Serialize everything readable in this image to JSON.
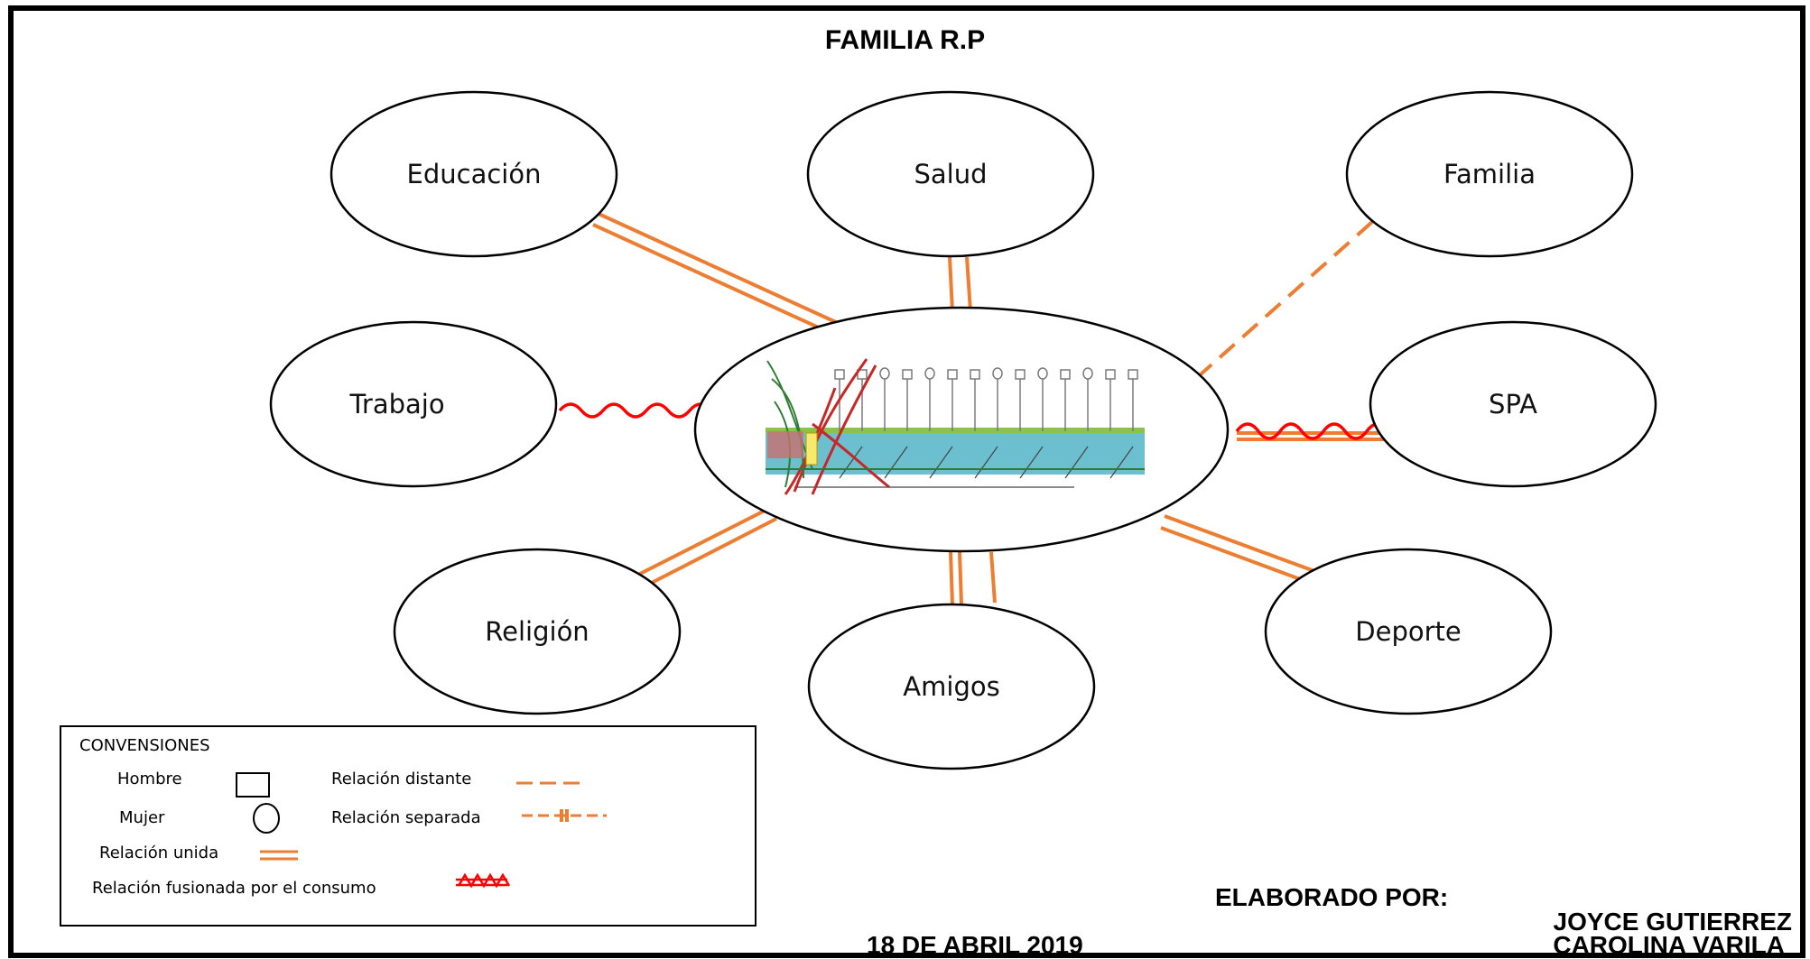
{
  "title": "FAMILIA R.P",
  "nodes": {
    "educacion": "Educación",
    "salud": "Salud",
    "familia": "Familia",
    "trabajo": "Trabajo",
    "spa": "SPA",
    "religion": "Religión",
    "amigos": "Amigos",
    "deporte": "Deporte"
  },
  "legend": {
    "title": "CONVENSIONES",
    "hombre": "Hombre",
    "mujer": "Mujer",
    "relacion_unida": "Relación unida",
    "relacion_fusionada": "Relación fusionada por el consumo",
    "relacion_distante": "Relación distante",
    "relacion_separada": "Relación separada"
  },
  "footer": {
    "date": "18 DE ABRIL 2019",
    "elaborado_por": "ELABORADO POR:",
    "author1": "JOYCE GUTIERREZ",
    "author2": "CAROLINA VARILA"
  },
  "colors": {
    "relation_line": "#ED7D31",
    "fusion_line": "#FF0000",
    "genogram_fill": "#5BB8C9"
  }
}
